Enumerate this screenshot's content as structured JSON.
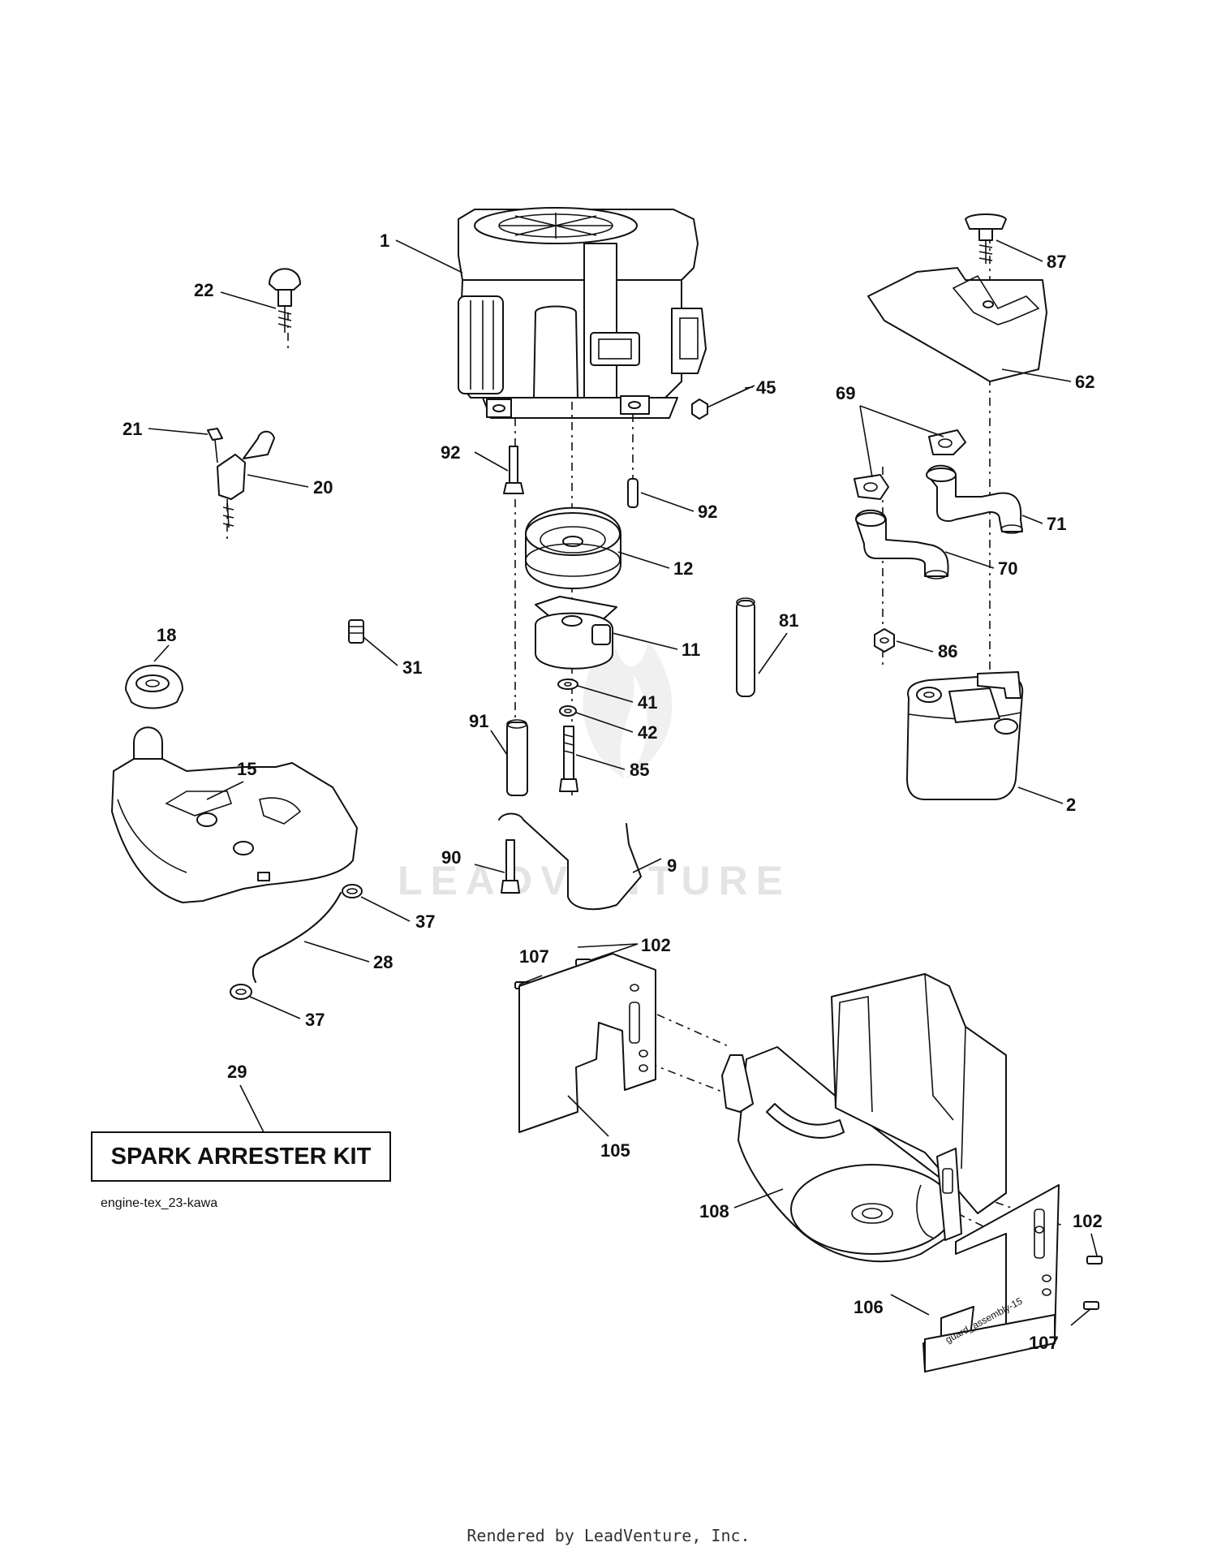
{
  "callouts": [
    {
      "id": "c1",
      "label": "1"
    },
    {
      "id": "c2",
      "label": "2"
    },
    {
      "id": "c9",
      "label": "9"
    },
    {
      "id": "c11",
      "label": "11"
    },
    {
      "id": "c12",
      "label": "12"
    },
    {
      "id": "c15",
      "label": "15"
    },
    {
      "id": "c18",
      "label": "18"
    },
    {
      "id": "c20",
      "label": "20"
    },
    {
      "id": "c21",
      "label": "21"
    },
    {
      "id": "c22",
      "label": "22"
    },
    {
      "id": "c28",
      "label": "28"
    },
    {
      "id": "c29",
      "label": "29"
    },
    {
      "id": "c31",
      "label": "31"
    },
    {
      "id": "c37a",
      "label": "37"
    },
    {
      "id": "c37b",
      "label": "37"
    },
    {
      "id": "c41",
      "label": "41"
    },
    {
      "id": "c42",
      "label": "42"
    },
    {
      "id": "c45",
      "label": "45"
    },
    {
      "id": "c62",
      "label": "62"
    },
    {
      "id": "c69",
      "label": "69"
    },
    {
      "id": "c70",
      "label": "70"
    },
    {
      "id": "c71",
      "label": "71"
    },
    {
      "id": "c81",
      "label": "81"
    },
    {
      "id": "c85",
      "label": "85"
    },
    {
      "id": "c86",
      "label": "86"
    },
    {
      "id": "c87",
      "label": "87"
    },
    {
      "id": "c90",
      "label": "90"
    },
    {
      "id": "c91",
      "label": "91"
    },
    {
      "id": "c92a",
      "label": "92"
    },
    {
      "id": "c92b",
      "label": "92"
    },
    {
      "id": "c102a",
      "label": "102"
    },
    {
      "id": "c102b",
      "label": "102"
    },
    {
      "id": "c105",
      "label": "105"
    },
    {
      "id": "c106",
      "label": "106"
    },
    {
      "id": "c107a",
      "label": "107"
    },
    {
      "id": "c107b",
      "label": "107"
    },
    {
      "id": "c108",
      "label": "108"
    }
  ],
  "kit_label": "SPARK ARRESTER KIT",
  "diagram_id": "engine-tex_23-kawa",
  "guard_stamp": "guard_assembly-15",
  "watermark": "LEADVENTURE",
  "footer": "Rendered by LeadVenture, Inc."
}
